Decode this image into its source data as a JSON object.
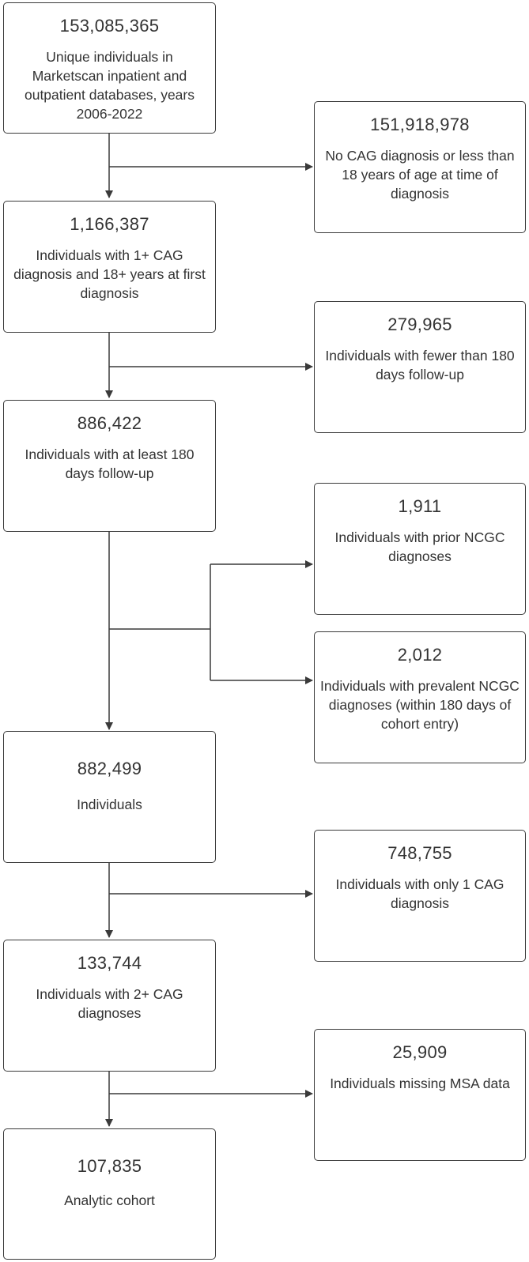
{
  "main_boxes": [
    {
      "count": "153,085,365",
      "desc": "Unique individuals in Marketscan inpatient and outpatient databases, years 2006-2022"
    },
    {
      "count": "1,166,387",
      "desc": "Individuals with 1+ CAG diagnosis and 18+ years at first diagnosis"
    },
    {
      "count": "886,422",
      "desc": "Individuals with at least 180 days follow-up"
    },
    {
      "count": "882,499",
      "desc": "Individuals"
    },
    {
      "count": "133,744",
      "desc": "Individuals with 2+ CAG diagnoses"
    },
    {
      "count": "107,835",
      "desc": "Analytic cohort"
    }
  ],
  "exclusion_boxes": [
    {
      "count": "151,918,978",
      "desc": "No CAG diagnosis or less than 18 years of age at time of diagnosis"
    },
    {
      "count": "279,965",
      "desc": "Individuals with fewer than 180 days follow-up"
    },
    {
      "count": "1,911",
      "desc": "Individuals with prior NCGC diagnoses"
    },
    {
      "count": "2,012",
      "desc": "Individuals with prevalent NCGC diagnoses (within 180 days of cohort entry)"
    },
    {
      "count": "748,755",
      "desc": "Individuals with only 1 CAG diagnosis"
    },
    {
      "count": "25,909",
      "desc": "Individuals missing MSA data"
    }
  ]
}
